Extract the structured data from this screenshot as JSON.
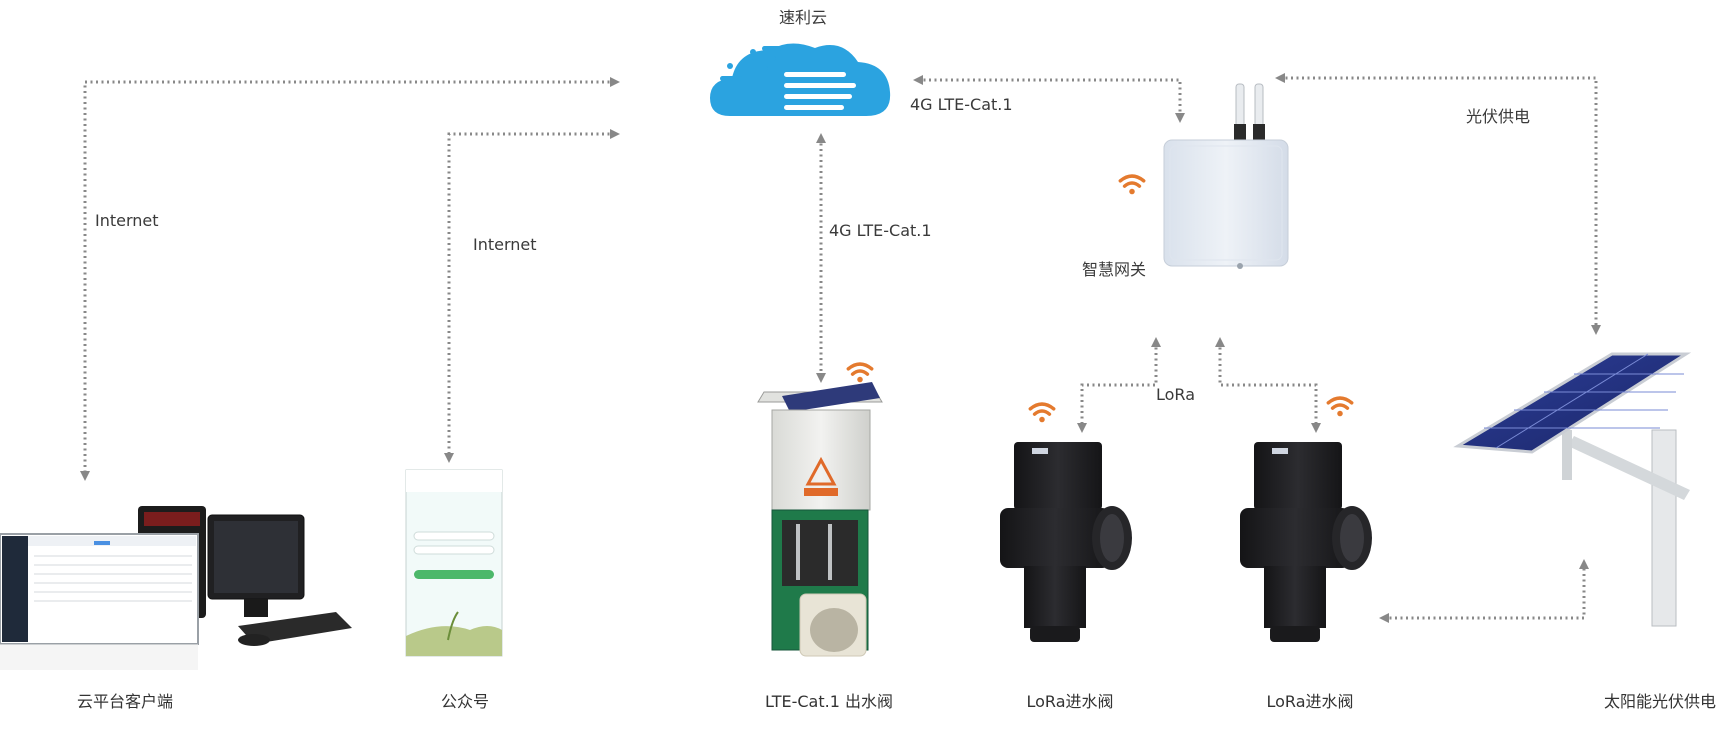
{
  "colors": {
    "line": "#8a8a8a",
    "cloud": "#2ba3e0",
    "signal": "#e47a2e",
    "valve": "#1f1f21",
    "cabinet": "#e9eae7",
    "frame": "#1f7a4a"
  },
  "cloud": {
    "label": "速利云"
  },
  "links": {
    "client": "Internet",
    "wechat": "Internet",
    "outlet": "4G LTE-Cat.1",
    "gateway": "4G LTE-Cat.1",
    "lora": "LoRa",
    "solar": "光伏供电"
  },
  "gateway": {
    "label": "智慧网关"
  },
  "devices": {
    "client": "云平台客户端",
    "wechat": "公众号",
    "outlet": "LTE-Cat.1 出水阀",
    "inlet1": "LoRa进水阀",
    "inlet2": "LoRa进水阀",
    "solar": "太阳能光伏供电"
  },
  "icons": {
    "cloud": "cloud-icon",
    "signal": "wifi-signal-icon",
    "monitor": "computer-icon",
    "phone": "phone-icon",
    "cabinet": "valve-cabinet-icon",
    "valve": "inlet-valve-icon",
    "gateway": "gateway-router-icon",
    "panel": "solar-panel-icon"
  }
}
